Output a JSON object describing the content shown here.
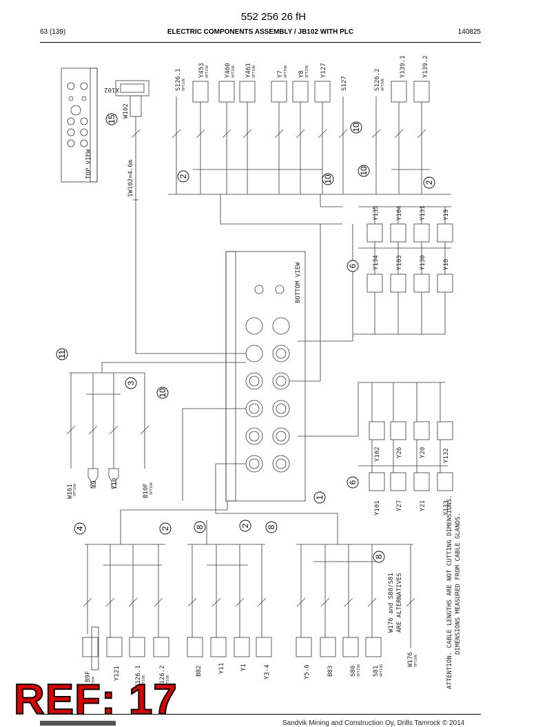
{
  "header": {
    "doc_number": "552 256 26 fH",
    "page": "63 (139)",
    "title": "ELECTRIC COMPONENTS ASSEMBLY / JB102 WITH PLC",
    "date_code": "140825"
  },
  "drawing": {
    "top_view": "TOP VIEW",
    "bottom_view": "BOTTOM VIEW",
    "connector": "X102",
    "cable": "W102",
    "cable_length": "1W102=4.6m",
    "option": "OPTION",
    "top_right_components": [
      "S126.1",
      "Y453",
      "Y460",
      "Y461",
      "Y7",
      "Y8",
      "Y127",
      "S127",
      "S126.2",
      "Y139.1",
      "Y139.2"
    ],
    "right_top_valves": [
      "Y135",
      "Y104",
      "Y131",
      "Y19"
    ],
    "right_mid_valves": [
      "Y134",
      "Y103",
      "Y130",
      "Y18"
    ],
    "right_lower_upper": [
      "Y102",
      "Y26",
      "Y20",
      "Y132"
    ],
    "right_lower_lower": [
      "Y101",
      "Y27",
      "Y21",
      "Y133"
    ],
    "left_mid_components": [
      "W161",
      "Y9",
      "Y10",
      "B10F"
    ],
    "bottom_components": [
      "B9F",
      "Y121",
      "Y126.1",
      "Y126.2",
      "B82",
      "Y11",
      "Y1",
      "Y3-4",
      "Y5-6",
      "B83",
      "S80",
      "S81",
      "W176"
    ],
    "alternatives_line1": "W176 and S80/S81",
    "alternatives_line2": "ARE ALTERNATIVES",
    "attention_line1": "ATTENTION. CABLE LENGTHS ARE NOT CUTTING DIMENSIONS.",
    "attention_line2": "DIMENSIONS MEASURED FROM CABLE GLANDS.",
    "callouts": [
      "15",
      "10",
      "2",
      "10",
      "10",
      "2",
      "6",
      "11",
      "3",
      "10",
      "6",
      "1",
      "4",
      "2",
      "8",
      "2",
      "8",
      "8"
    ]
  },
  "ref_stamp": "REF: 17",
  "footer": "Sandvik Mining and Construction Oy, Drills Tamrock © 2014"
}
